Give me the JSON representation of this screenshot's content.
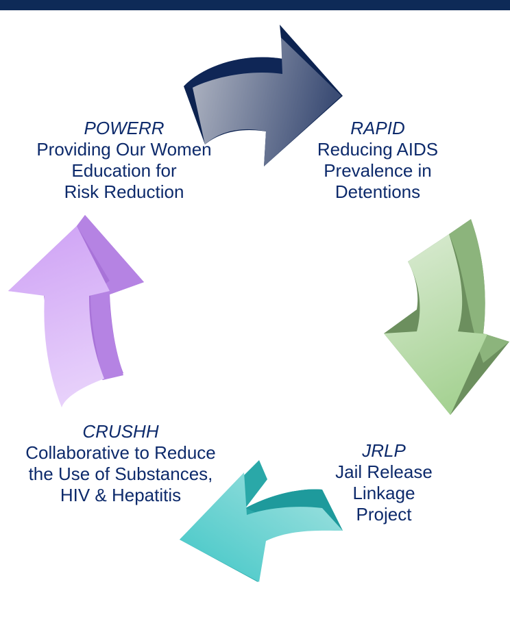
{
  "colors": {
    "header_bar": "#0e2a57",
    "text": "#0d2a6b",
    "arrow_navy": "#1a2c54",
    "arrow_green": "#97c48a",
    "arrow_teal": "#39bdbd",
    "arrow_purple": "#c79ae8"
  },
  "programs": [
    {
      "abbr": "POWERR",
      "lines": [
        "Providing Our Women",
        "Education for",
        "Risk Reduction"
      ]
    },
    {
      "abbr": "RAPID",
      "lines": [
        "Reducing AIDS",
        "Prevalence in",
        "Detentions"
      ]
    },
    {
      "abbr": "JRLP",
      "lines": [
        "Jail Release",
        "Linkage",
        "Project"
      ]
    },
    {
      "abbr": "CRUSHH",
      "lines": [
        "Collaborative to Reduce",
        "the Use of Substances,",
        "HIV & Hepatitis"
      ]
    }
  ]
}
